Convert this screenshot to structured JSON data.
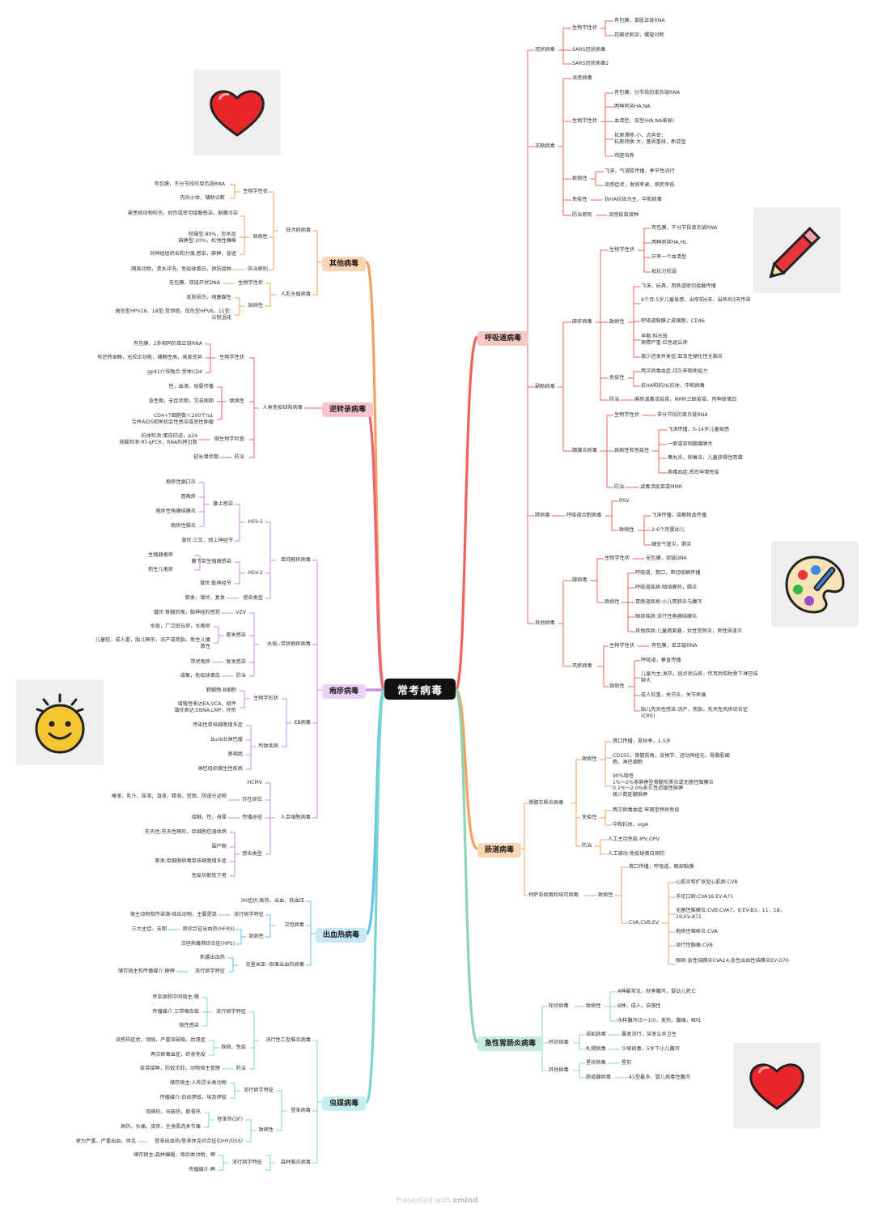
{
  "title": "常考病毒",
  "footer": {
    "prefix": "Presented with ",
    "brand": "xmind"
  },
  "colors": {
    "red": "#ef6257",
    "orange": "#f3a25e",
    "pink": "#e8637a",
    "purple": "#c98bdc",
    "blue": "#62c2f0",
    "green": "#8dd4b3",
    "teal": "#7ad6cc"
  },
  "icons": {
    "heart": "heart-icon",
    "pencil": "pencil-icon",
    "palette": "palette-icon",
    "smiley": "smiley-icon"
  },
  "branches": {
    "respiratory": {
      "label": "呼吸道病毒",
      "corona": {
        "label": "冠状病毒",
        "bio": "生物学性状",
        "bio1": "有包膜，单股正链RNA",
        "bio2": "花瓣状刺突，螺旋对称",
        "sars": "SARS冠状病毒",
        "sars2": "SARS冠状病毒2"
      },
      "ortho": {
        "label": "正黏病毒",
        "flu": "流感病毒",
        "bio": "生物学性状",
        "b1": "有包膜，分节段的单负链RNA",
        "b2": "两种刺突HA,NA",
        "b3": "血清型，亚型(HA,NA差异)",
        "b4": "抗原漂移:小，点突变；\n抗原转换:大，基因重排，新亚型",
        "b5": "鸡胚培养",
        "path": "致病性",
        "p1": "飞沫，气溶胶传播，季节性流行",
        "p2": "流感症状，发病率高，病死率低",
        "imm": "免疫性",
        "imm1": "抗HA抗体为主，中和病毒",
        "prev": "防治原则",
        "prev1": "流感疫苗接种"
      },
      "para": {
        "label": "副黏病毒",
        "measles": "麻疹病毒",
        "bio": "生物学性状",
        "b1": "有包膜，不分节段单负链RNA",
        "b2": "两种刺突HA,HL",
        "b3": "只有一个血清型",
        "b4": "抵抗力较弱",
        "path": "致病性",
        "p1": "飞沫，玩具，用具或密切接触传播",
        "p2": "6个月-5岁儿童易感，出疹前6天、出疹后3天传染",
        "p3": "呼吸道黏膜上皮细胞，CD46",
        "p4": "早期:科氏斑\n病情严重:红色斑丘疹",
        "p5": "极少迟发并发症:亚急性硬化性全脑炎",
        "imm": "免疫性",
        "imm1": "两次病毒血症:持久牢固免疫力",
        "imm2": "抗HA和抗HL抗体，中和病毒",
        "prev": "防治",
        "prev1": "麻疹减毒活疫苗，MMR三联疫苗，丙种球蛋白",
        "mumps": "腮腺炎病毒",
        "mbio": "生物学性状",
        "mbio1": "非分节段的单负链RNA",
        "mpath": "致病性和免疫性",
        "m1": "飞沫传播，5-14岁儿童易感",
        "m2": "一侧或双侧腮腺肿大",
        "m3": "睾丸炎，卵巢炎，儿童获得性耳聋",
        "m4": "病毒血症,愈后牢固免疫",
        "mprev": "防治",
        "mprev1": "减毒活疫苗或MMR",
        "pneu": "肺病毒",
        "rsv_virus": "呼吸道合胞病毒",
        "rsv": "RSV",
        "rpath": "致病性",
        "r1": "飞沫传播，接触物品传播",
        "r2": "2-6个月婴幼儿",
        "r3": "细支气管炎，肺炎"
      },
      "other": {
        "label": "其他病毒",
        "adeno": "腺病毒",
        "abio": "生物学性状",
        "abio1": "无包膜，双链DNA",
        "apath": "致病性",
        "a1": "呼吸道，粪口，密切接触传播",
        "a2": "呼吸道疾病:咽结膜热，肺炎",
        "a3": "胃肠道疾病:小儿胃肠炎与腹泻",
        "a4": "眼部疾病:流行性角膜结膜炎",
        "a5": "其他疾病:儿童肠套叠，女性宫颈炎，男性尿道炎",
        "rubella": "风疹病毒",
        "rbio": "生物学性状",
        "rbio1": "有包膜，单正链RNA",
        "rpath": "致病性",
        "r1": "呼吸道，垂直传播",
        "r2": "儿童为主:发热，斑点状丘疹，伴耳后和枕骨下淋巴结肿大",
        "r3": "成人较重，关节炎，关节疼痛",
        "r4": "胎儿先天性感染:流产，死胎，先天性风疹综合征(CRS)"
      }
    },
    "enteric": {
      "label": "肠道病毒",
      "polio": "脊髓灰质炎病毒",
      "path": "致病性",
      "p1": "粪口传播，夏秋季，1-5岁",
      "p2": "CD155，脊髓前角，背根节，运动神经元，骨骼肌细胞，淋巴细胞",
      "p3": "90%隐性\n1%～2%非麻痹型脊髓灰质炎或无菌性脑膜炎\n0.1%～2.0%永久性迟缓性麻痹\n极少数延髓麻痹",
      "imm": "免疫性",
      "imm1": "两次病毒血症:牢固型特异免疫",
      "imm2": "中和抗体，sIgA",
      "prev": "防治",
      "prev1": "人工主动免疫:IPV,OPV",
      "prev2": "人工被动:免疫球蛋白预防",
      "cox": "柯萨奇病毒和埃可病毒",
      "cpath": "致病性",
      "c1": "粪口传播，呼吸道，眼部黏膜",
      "cva": "CVA,CVB,EV",
      "c2": "心肌炎和扩张型心肌病:CVB",
      "c3": "手足口病:CVA16,EV-A71",
      "c4": "无菌性脑膜炎:CVB,CVA7，9;EV-B3，11，18，19;EV-A71",
      "c5": "疱疹性咽峡炎:CVA",
      "c6": "流行性胸痛:CVB",
      "c7": "眼病:急性结膜炎CVA24,急性出血性结膜炎EV-D70"
    },
    "gastro": {
      "label": "急性胃肠炎病毒",
      "rota": "轮状病毒",
      "rpath": "致病性",
      "r1": "A种最常见，秋季腹泻，婴幼儿死亡",
      "r2": "B种，成人，自限性",
      "r3": "水样腹泻(5～10)，发热，腹痛，呕吐",
      "calici": "杯状病毒",
      "c1": "诺如病毒",
      "c1d": "暴发流行，突发公共卫生",
      "c2": "札幌病毒",
      "c2d": "沙坡病毒，5岁下小儿腹泻",
      "other": "其他病毒",
      "o1": "星状病毒",
      "o1d": "星形",
      "o2": "肠道腺病毒",
      "o2d": "41型最多，婴儿病毒性腹泻"
    },
    "other": {
      "label": "其他病毒",
      "rabies": "狂犬病病毒",
      "bio": "生物学性状",
      "bio1": "有包膜，不分节段的单负链RNA",
      "bio2": "内氏小体，辅助诊断",
      "path": "致病性",
      "p1": "被患病动物咬伤，抓伤或密切接触感染，黏膜污染",
      "p2": "狂躁型:80%，恐水症\n麻痹型:20%，松弛性瘫痪",
      "p3": "对神经组织亲和力强,感染，麻痹，昏迷",
      "prev": "防治原则",
      "prev1": "隔离动物，清水冲洗，免疫球蛋白，预防接种",
      "hpv": "人乳头瘤病毒",
      "hbio": "生物学性状",
      "hbio1": "无包膜，双链环状DNA",
      "hpath": "致病性",
      "h1": "皮肤损伤，堵塞腺性",
      "h2": "高危型HPV16、18型:宫颈癌，低危型HPV6、11型:尖锐湿疣"
    },
    "retro": {
      "label": "逆转录病毒",
      "hiv": "人类免疫缺陷病毒",
      "bio": "生物学性状",
      "b1": "有包膜，2条相同的单正链RNA",
      "b2": "有逆转录酶，无校正功能，辅酶性高，高度变异",
      "b3": "gp41介导融合  受体CD4",
      "path": "致病性",
      "p1": "性，血液，母婴传播",
      "p2": "急性期，无症状期，艾滋病期",
      "p3": "CD4+T细胞数＜200个/uL\n合并AIDS相关机会性感染或恶性肿瘤",
      "lab": "微生物学检查",
      "lab1": "抗体检测:蛋白印迹，p24\n核酸检测:RT-qPCR，RNA的拷贝数",
      "prev": "防治",
      "prev1": "延长潜伏期"
    },
    "herpes": {
      "label": "疱疹病毒",
      "hsv_group": "单纯疱疹病毒",
      "hsv1": "HSV-1",
      "h1": "腰上感染",
      "h1a": "疱疹性龈口炎",
      "h1b": "唇疱疹",
      "h1c": "疱疹性角膜结膜炎",
      "h1d": "疱疹性脑炎",
      "h1e": "潜伏:三叉，颈上神经节",
      "hsv2": "HSV-2",
      "h2": "腰下及生殖器感染",
      "h2a": "生殖器疱疹",
      "h2b": "新生儿疱疹",
      "h2c": "潜伏:骶神经节",
      "htype": "感染类型",
      "htype1": "原发，潜伏，复发",
      "vzv_group": "水痘--带状疱疹病毒",
      "vzv": "VZV",
      "v0": "潜伏:脊髓后根，脑神经的感觉",
      "vp": "原发感染",
      "vp1": "水痘，广泛斑丘疹，水疱疹",
      "vp2": "儿童轻，成人重，胎儿畸形，流产或死胎，新生儿播散性",
      "vr": "复发感染",
      "vr1": "带状疱疹",
      "vprev": "防治",
      "vprev1": "减毒，免疫球蛋白",
      "ebv_group": "EB病毒",
      "ebio": "生物学形状",
      "ebio1": "靶细胞:B细胞",
      "ebio2": "增殖性表达EA,VCA，组件\n潜伏表达:EBNA,LMP，环形",
      "edis": "所致疾病",
      "e1": "传染性单核细胞增多症",
      "e2": "Burkitt淋巴瘤",
      "e3": "鼻咽癌",
      "e4": "淋巴组织增生性疾病",
      "cmv_group": "人巨细胞病毒",
      "hcmv": "HCMV",
      "cloc": "存在部位",
      "cloc1": "唾液，乳汁，尿液，泪液，精液，宫颈，阴道分泌物",
      "croute": "传播途径",
      "croute1": "接触，性，母婴",
      "ctype": "感染类型",
      "c1": "先天性:先天性畸形，巨细胞包涵体病",
      "c2": "围产期",
      "c3": "原发:巨细胞病毒单核细胞增多症",
      "c4": "免疫功能低下者"
    },
    "hemorrhagic": {
      "label": "出血热病毒",
      "hanta": "汉坦病毒",
      "t1": "3H症状:高热，出血，低血压",
      "epi": "流行病学特征",
      "epi1": "宿主动物和传染源:啮齿动物，主要是鼠",
      "path": "致病性",
      "p1": "三大主症，五期",
      "p1d": "肾综合征出血热(HFRS)",
      "p2": "汉坦病毒肺综合征(HPS)",
      "cc": "克里米亚--刚果出血热病毒",
      "cc1": "新疆出血热",
      "cc2": "流行病学特征",
      "cc2d": "储存宿主和传播媒介:硬蜱"
    },
    "arbo": {
      "label": "虫媒病毒",
      "jev": "流行性乙型脑炎病毒",
      "epi": "流行病学特征",
      "e1": "传染源和中间宿主:猪",
      "e2": "传播媒介:三带喙库蚊",
      "e3": "隐性感染",
      "path": "致病，免疫",
      "p1": "流感样症状，领强，严重突破脑，后遗症",
      "p2": "两次病毒血症，终身免疫",
      "prev": "防治",
      "prev1": "疫苗接种，防蚊灭蚊，动物宿主管理",
      "den": "登革病毒",
      "depi": "流行病学特征",
      "d1": "储存宿主:人和灵长类动物",
      "d2": "传播媒介:白纹伊蚊，埃及伊蚊",
      "dpath": "致病性",
      "df": "登革热(DF)",
      "df1": "双峰热，马鞍热，断骨热",
      "df2": "高热，头痛，皮疹，全身肌肉关节痛",
      "dhf": "更为严重，严重出血，休克",
      "dhf1": "登革出血热/登革休克综合征(DHF/DSS)",
      "fe": "森林脑炎病毒",
      "fepi": "流行病学特征",
      "fe1": "储存宿主:森林蝙蝠，啮齿类动物，蜱",
      "fe2": "传播媒介:蜱"
    }
  }
}
